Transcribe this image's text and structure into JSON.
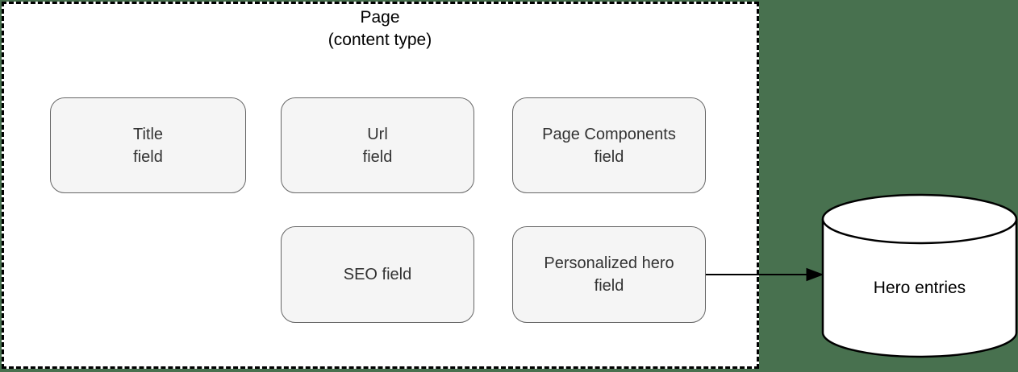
{
  "diagram": {
    "page_container": {
      "title": "Page\n(content type)"
    },
    "fields": [
      {
        "id": "title-field",
        "label": "Title\nfield"
      },
      {
        "id": "url-field",
        "label": "Url\nfield"
      },
      {
        "id": "page-components-field",
        "label": "Page Components\nfield"
      },
      {
        "id": "seo-field",
        "label": "SEO field"
      },
      {
        "id": "personalized-hero-field",
        "label": "Personalized hero\nfield"
      }
    ],
    "database": {
      "id": "hero-entries",
      "label": "Hero entries",
      "shape": "cylinder"
    },
    "connections": [
      {
        "from": "personalized-hero-field",
        "to": "hero-entries",
        "style": "arrow"
      }
    ],
    "colors": {
      "background": "#48714F",
      "container_fill": "#FFFFFF",
      "container_stroke": "#000000",
      "field_fill": "#F5F5F5",
      "field_stroke": "#666666",
      "field_text": "#333333",
      "cylinder_fill": "#FFFFFF",
      "cylinder_stroke": "#000000",
      "arrow_stroke": "#000000"
    }
  }
}
